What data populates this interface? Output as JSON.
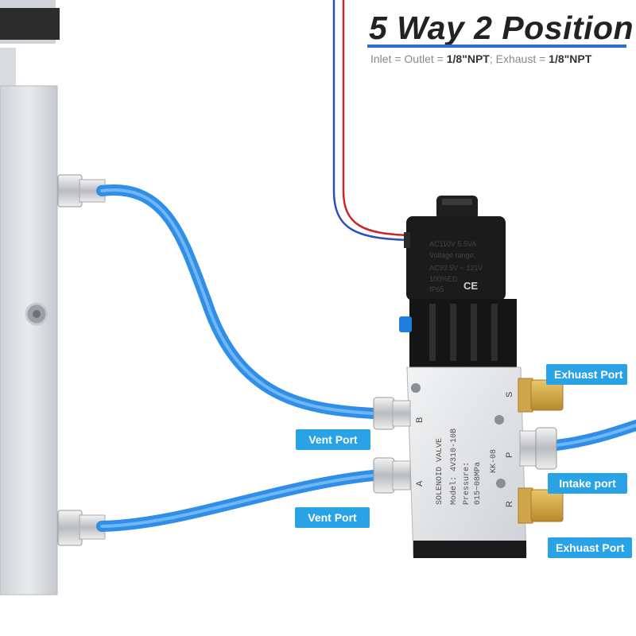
{
  "header": {
    "title": "5 Way 2 Position",
    "subtitle_parts": [
      "Inlet = Outlet = ",
      "1/8\"NPT",
      "; Exhaust = ",
      "1/8\"NPT"
    ]
  },
  "labels": {
    "exhaust_top": "Exhuast Port",
    "vent_top": "Vent Port",
    "intake": "Intake port",
    "vent_bottom": "Vent Port",
    "exhaust_bottom": "Exhuast Port"
  },
  "coil": {
    "line1": "AC110V   5.5VA",
    "line2": "Voltage   range:",
    "line3": "AC93.5V ~ 121V",
    "line4": "100%ED",
    "line5": "IP65",
    "mark": "CE"
  },
  "valve": {
    "name": "SOLENOID VALVE",
    "model": "Model: 4V310-10B",
    "pressure_label": "Pressure:",
    "pressure_value": "015~08MPa",
    "code": "KK-08",
    "ports": {
      "a": "A",
      "b": "B",
      "p": "P",
      "r": "R",
      "s": "S"
    }
  },
  "colors": {
    "label_bg": "#2aa3e6",
    "tube": "#2f8fe8",
    "title_underline": "#2f6fd1",
    "wire_red": "#c8262b",
    "wire_blue": "#2a4fc0"
  }
}
